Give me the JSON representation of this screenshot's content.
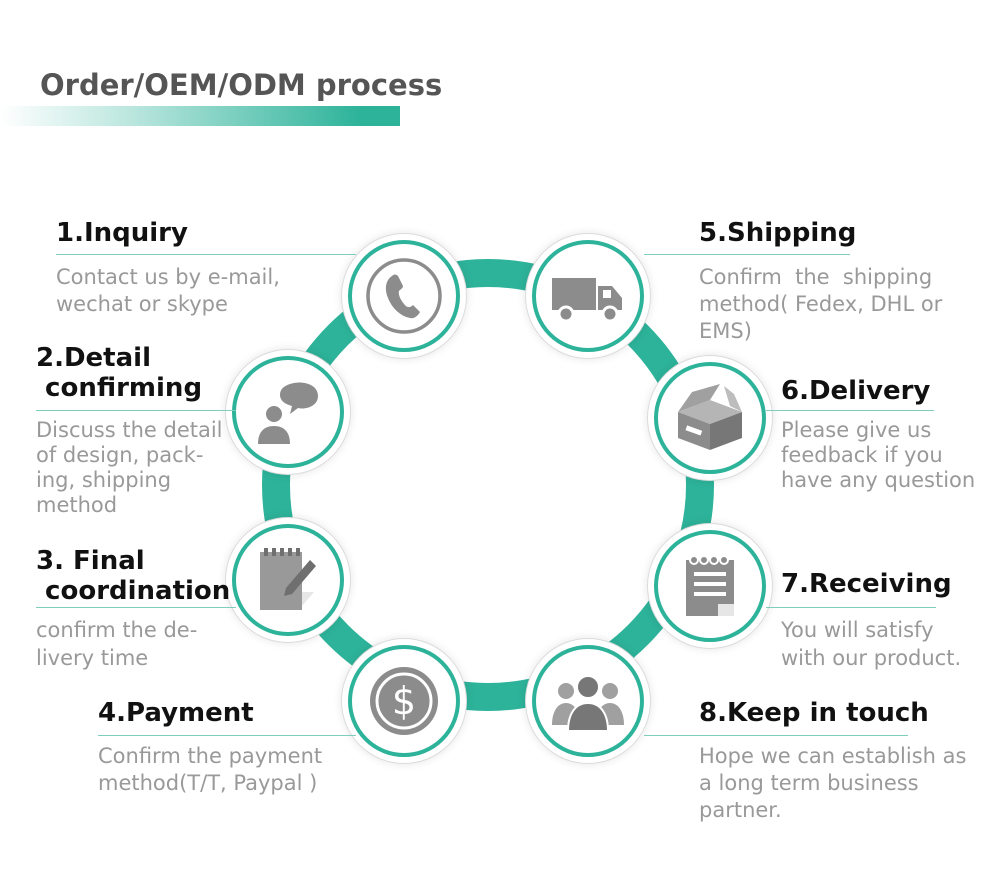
{
  "header": {
    "title": "Order/OEM/ODM process"
  },
  "steps": [
    {
      "title": "1.Inquiry",
      "description": "Contact us by e-mail,\nwechat or skype",
      "icon": "phone-icon"
    },
    {
      "title": "2.Detail\n confirming",
      "description": "Discuss the detail\nof design, pack-\ning, shipping\nmethod",
      "icon": "chat-person-icon"
    },
    {
      "title": "3. Final\n coordination",
      "description": "confirm the de-\nlivery time",
      "icon": "notepad-pencil-icon"
    },
    {
      "title": "4.Payment",
      "description": "Confirm the payment\nmethod(T/T, Paypal )",
      "icon": "dollar-coin-icon"
    },
    {
      "title": "5.Shipping",
      "description": "Confirm  the  shipping\nmethod( Fedex, DHL or\nEMS)",
      "icon": "truck-icon"
    },
    {
      "title": "6.Delivery",
      "description": "Please give us\nfeedback if you\nhave any question",
      "icon": "open-box-icon"
    },
    {
      "title": "7.Receiving",
      "description": "You will satisfy\nwith our product.",
      "icon": "receipt-icon"
    },
    {
      "title": "8.Keep in touch",
      "description": "Hope we can establish as\na long term business\npartner.",
      "icon": "people-group-icon"
    }
  ],
  "colors": {
    "accent": "#2db39a",
    "title_text": "#111111",
    "description_text": "#999999",
    "icon_gray": "#8c8c8c"
  }
}
